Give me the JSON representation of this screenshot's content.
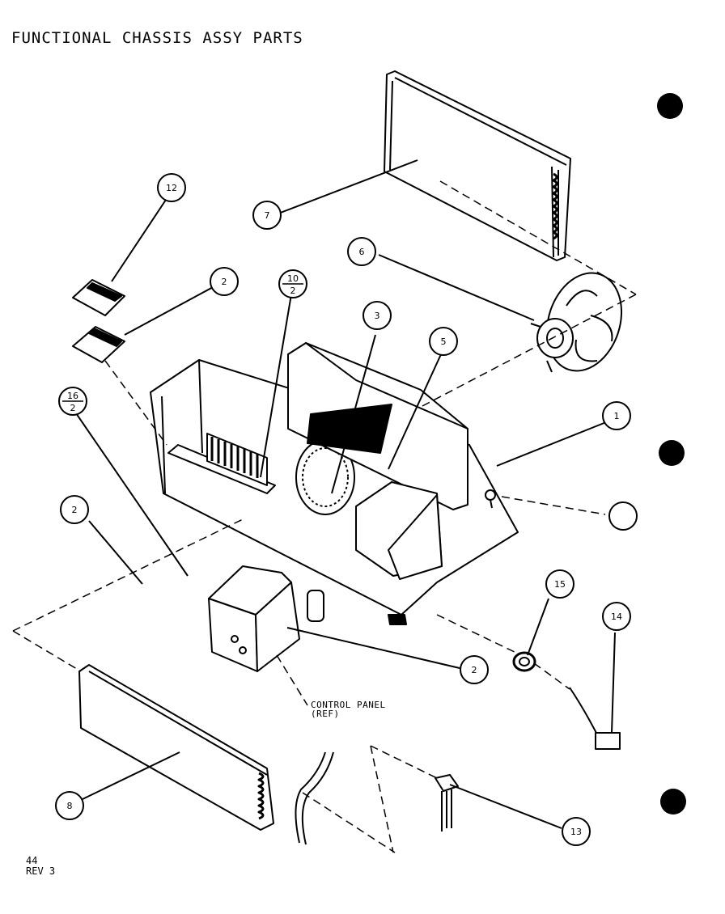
{
  "title": "FUNCTIONAL CHASSIS ASSY PARTS",
  "footer": {
    "page": "44",
    "revision": "REV 3"
  },
  "control_panel_label": {
    "line1": "CONTROL PANEL",
    "line2": "(REF)"
  },
  "callouts": [
    {
      "id": "c12",
      "top": "12",
      "bottom": ""
    },
    {
      "id": "c7",
      "top": "7",
      "bottom": ""
    },
    {
      "id": "c6",
      "top": "6",
      "bottom": ""
    },
    {
      "id": "c2a",
      "top": "2",
      "bottom": ""
    },
    {
      "id": "c10",
      "top": "10",
      "bottom": "2"
    },
    {
      "id": "c3",
      "top": "3",
      "bottom": ""
    },
    {
      "id": "c5",
      "top": "5",
      "bottom": ""
    },
    {
      "id": "c16",
      "top": "16",
      "bottom": "2"
    },
    {
      "id": "c1",
      "top": "1",
      "bottom": ""
    },
    {
      "id": "c2b",
      "top": "",
      "bottom": "2"
    },
    {
      "id": "c4",
      "top": "",
      "bottom": ""
    },
    {
      "id": "c15",
      "top": "15",
      "bottom": ""
    },
    {
      "id": "c14",
      "top": "14",
      "bottom": ""
    },
    {
      "id": "c2c",
      "top": "2",
      "bottom": ""
    },
    {
      "id": "c8",
      "top": "8",
      "bottom": ""
    },
    {
      "id": "c13",
      "top": "13",
      "bottom": ""
    }
  ]
}
